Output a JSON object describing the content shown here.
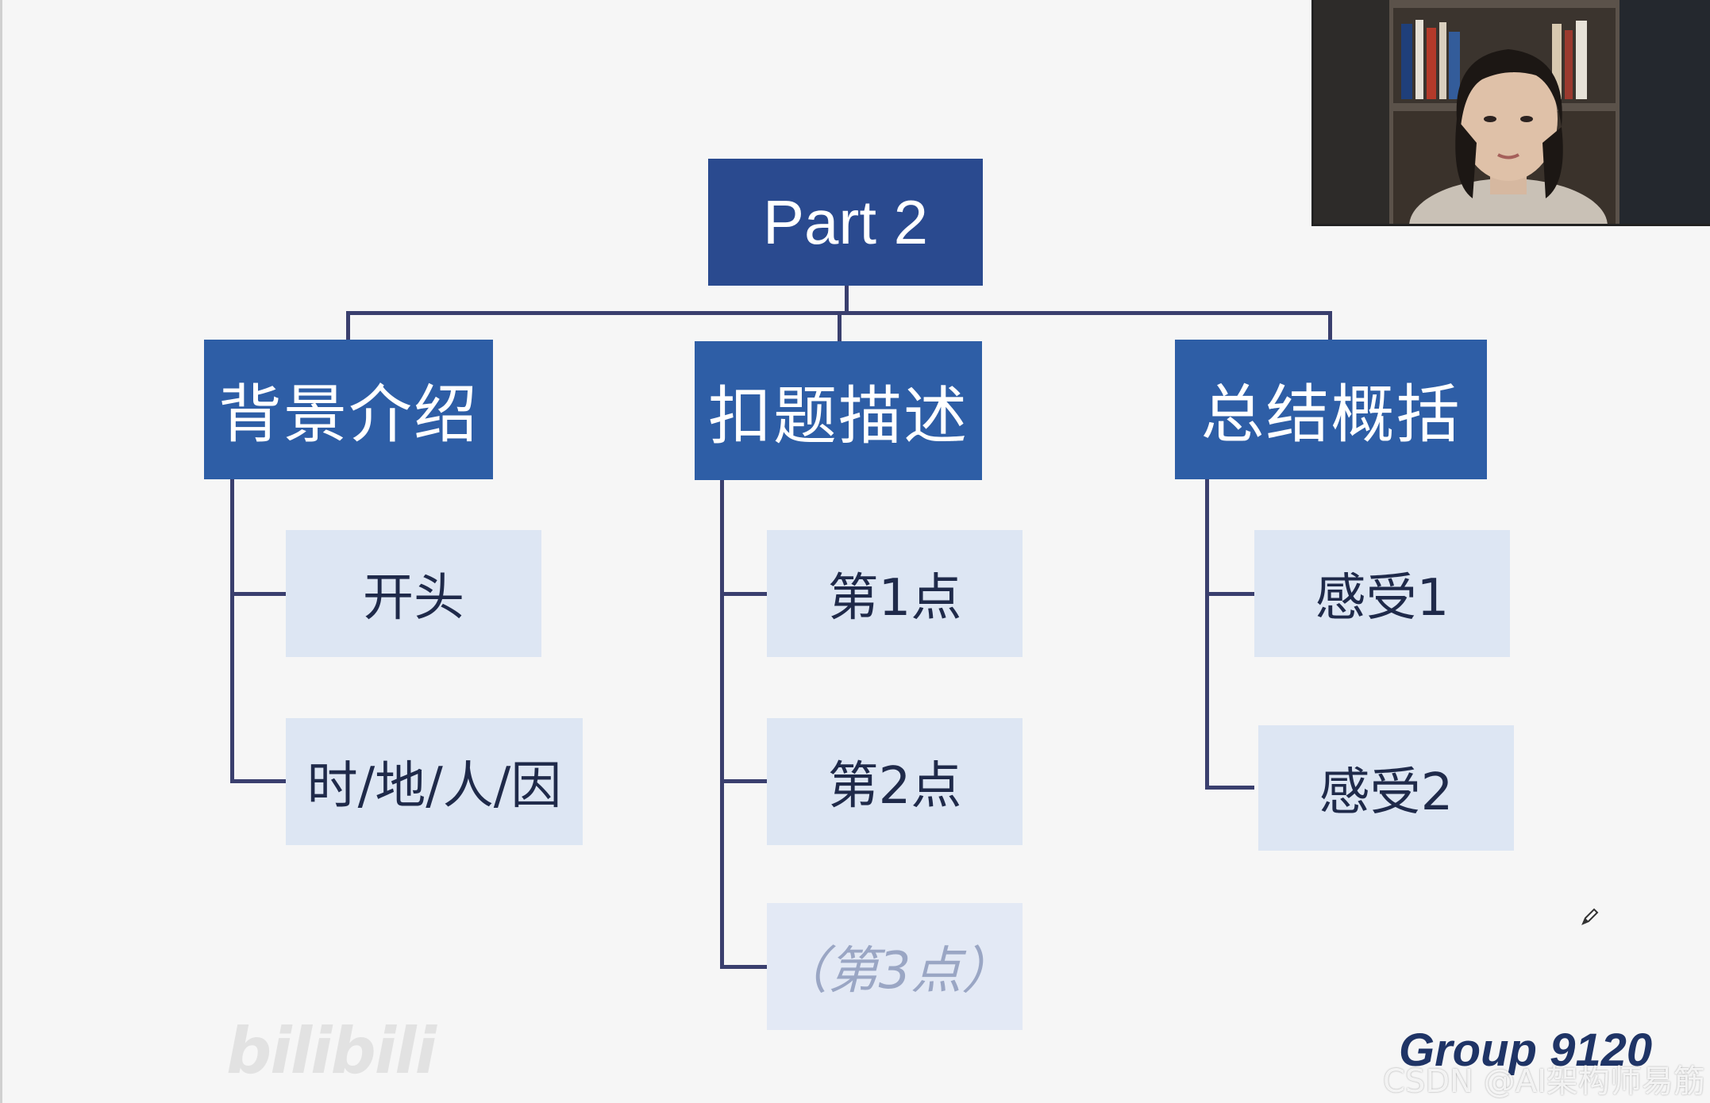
{
  "diagram": {
    "root": {
      "label": "Part 2"
    },
    "branches": [
      {
        "label": "背景介绍",
        "items": [
          {
            "label": "开头"
          },
          {
            "label": "时/地/人/因"
          }
        ]
      },
      {
        "label": "扣题描述",
        "items": [
          {
            "label": "第1点"
          },
          {
            "label": "第2点"
          },
          {
            "label": "（第3点）",
            "optional": true
          }
        ]
      },
      {
        "label": "总结概括",
        "items": [
          {
            "label": "感受1"
          },
          {
            "label": "感受2"
          }
        ]
      }
    ]
  },
  "overlay": {
    "group_label": "Group 9120",
    "watermark": "bilibili",
    "csdn_watermark": "CSDN @AI架构师易筋"
  },
  "colors": {
    "root_fill": "#2a4a8f",
    "branch_fill": "#2e5ea6",
    "item_fill": "#dde6f3",
    "connector": "#3a3f6e",
    "background": "#f6f6f6"
  },
  "icons": {
    "pen": "pen-icon",
    "webcam": "webcam-video"
  }
}
